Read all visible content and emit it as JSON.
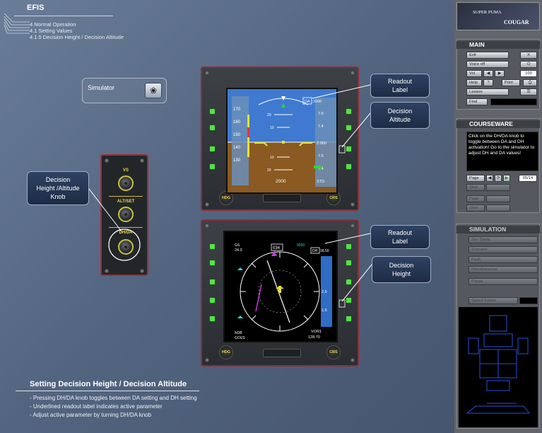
{
  "header": {
    "title": "EFIS",
    "crumbs": [
      "4 Normal Operation",
      "4.1 Setting Values",
      "4.1.5 Decision Height / Decision Altitude"
    ]
  },
  "simulator": {
    "label": "Simulator",
    "icon": "paw-icon"
  },
  "callouts": {
    "readout_top": "Readout\nLabel",
    "decision_altitude": "Decision\nAltitude",
    "knob": "Decision\nHeight /Altitude\nKnob",
    "readout_bottom": "Readout\nLabel",
    "decision_height": "Decision\nHeight"
  },
  "control_panel": {
    "vs": "VS",
    "altset": "ALT/SET",
    "dhda": "DH/DA"
  },
  "pfd": {
    "hdg": "HDG",
    "crs": "CRS",
    "da_label": "DA",
    "da_value": "2200",
    "altitude": "2000",
    "std_label": "STD",
    "pitch_labels": [
      "20",
      "10",
      "10",
      "20"
    ],
    "speed_ticks": [
      "170",
      "160",
      "150",
      "140",
      "130"
    ],
    "alt_ticks": [
      "7.6",
      "7.4",
      "2.000",
      "7.6",
      "7.4"
    ]
  },
  "nd": {
    "hdg": "HDG",
    "crs": "CRS",
    "course": "034",
    "gs_label": "GS",
    "gs_value": "24.0",
    "dh_label": "DH",
    "dh_value": "18.50",
    "vor_label": "VOR1",
    "vor_value": "128.70",
    "ndb_label": "NDB",
    "ndb_value": "GOUS",
    "alt_ticks": [
      "2.5",
      "1.5"
    ],
    "top_right": "0030"
  },
  "lesson": {
    "title": "Setting Decision Height / Decision Altitude",
    "bullets": [
      "- Pressing DH/DA knob toggles between DA setting and DH setting",
      "- Underlined readout label indicates active parameter",
      "- Adjust active parameter by turning DH/DA knob"
    ]
  },
  "sidebar": {
    "brand_top": "SUPER PUMA",
    "brand_bottom": "COUGAR",
    "main": {
      "title": "MAIN",
      "exit": "Exit",
      "exit_key": "X",
      "voice": "Voice off",
      "vol": "Vol",
      "vol_value": "100",
      "help": "Help",
      "print": "Print",
      "lesson": "Lesson",
      "find": "Find"
    },
    "courseware": {
      "title": "COURSEWARE",
      "text": "Click on the DH/DA knob to toggle between DA and DH activation! Go to the simulator to adjust DH and DA values!",
      "page": "Page",
      "page_value": "05/14",
      "step": "Step",
      "page2": "Page",
      "step2": "Step"
    },
    "simulation": {
      "title": "SIMULATION",
      "items": [
        "Sim Starts",
        "Scenario",
        "Fault",
        "Miscellaneous",
        "Pause",
        "Speed Factor"
      ]
    }
  },
  "colors": {
    "accent_green": "#56e04a",
    "panel_red": "#8d2d35",
    "sky": "#3f7ad0",
    "ground": "#8a5a22",
    "label_yellow": "#f2d64a"
  }
}
